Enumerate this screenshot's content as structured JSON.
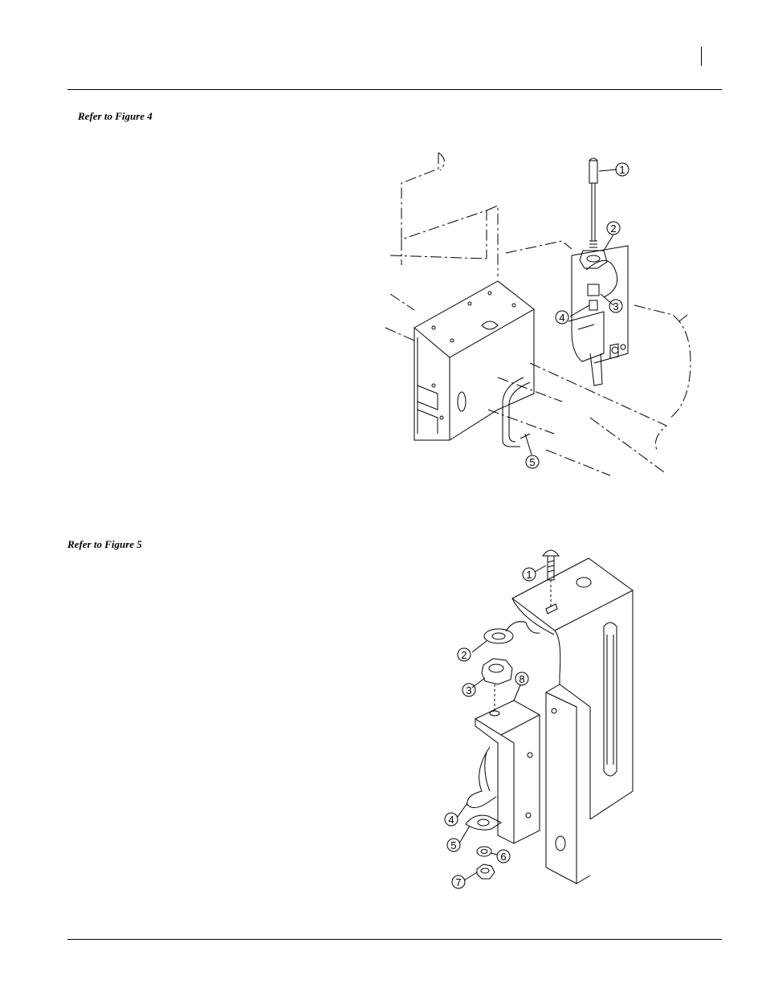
{
  "page": {
    "ref_figure_4": "Refer to Figure 4",
    "ref_figure_5": "Refer to Figure 5"
  },
  "figure4": {
    "callouts": [
      "1",
      "2",
      "3",
      "4",
      "5"
    ]
  },
  "figure5": {
    "callouts": [
      "1",
      "2",
      "3",
      "4",
      "5",
      "6",
      "7",
      "8"
    ]
  }
}
